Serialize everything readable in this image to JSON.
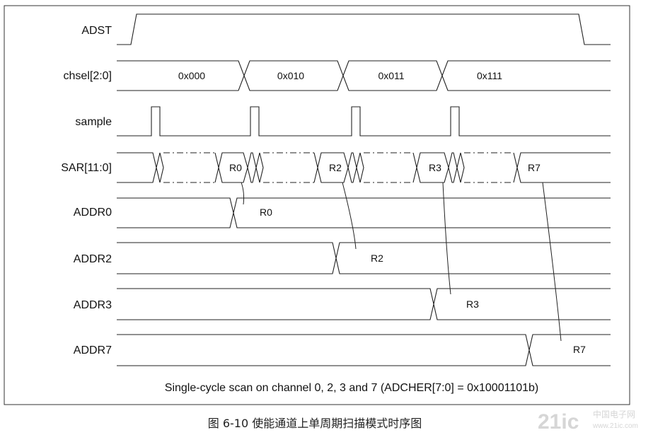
{
  "signals": [
    {
      "key": "adst",
      "label": "ADST"
    },
    {
      "key": "chsel",
      "label": "chsel[2:0]",
      "values": [
        "0x000",
        "0x010",
        "0x011",
        "0x111"
      ]
    },
    {
      "key": "sample",
      "label": "sample"
    },
    {
      "key": "sar",
      "label": "SAR[11:0]",
      "values": [
        "R0",
        "R2",
        "R3",
        "R7"
      ]
    },
    {
      "key": "addr0",
      "label": "ADDR0",
      "value": "R0"
    },
    {
      "key": "addr2",
      "label": "ADDR2",
      "value": "R2"
    },
    {
      "key": "addr3",
      "label": "ADDR3",
      "value": "R3"
    },
    {
      "key": "addr7",
      "label": "ADDR7",
      "value": "R7"
    }
  ],
  "caption": "Single-cycle scan on channel 0, 2, 3 and 7 (ADCHER[7:0] = 0x10001101b)",
  "figure_caption": "图 6-10 使能通道上单周期扫描模式时序图",
  "watermark": {
    "logo": "21ic",
    "cn": "中国电子网",
    "url": "www.21ic.com"
  }
}
